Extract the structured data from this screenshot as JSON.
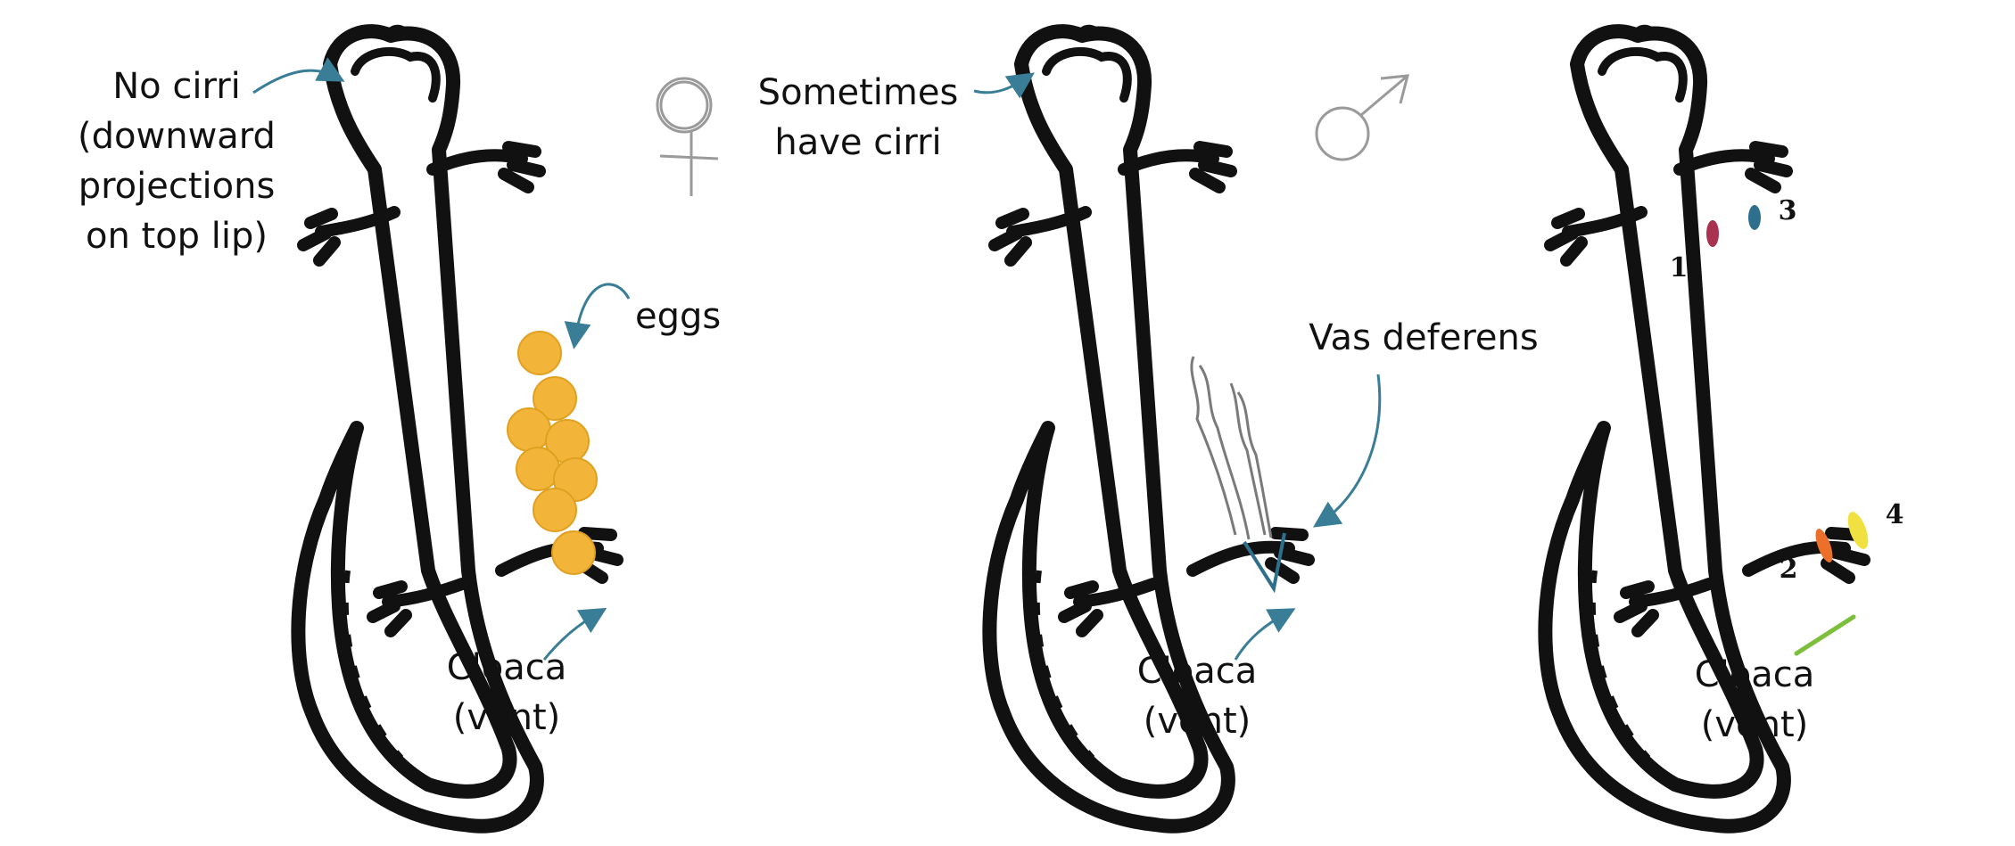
{
  "colors": {
    "outline": "#111111",
    "arrow": "#3a7d96",
    "egg": "#f2b53a",
    "egg_edge": "#e0a020",
    "vas": "#7a7a7a",
    "vas_blue": "#2e6f8e",
    "symbol": "#9a9a9a",
    "mark_1": "#a8324f",
    "mark_2": "#ec6f2a",
    "mark_3": "#2e6f8e",
    "mark_4": "#f0e040",
    "cloaca_pointer": "#7cbf3a"
  },
  "panels": [
    {
      "id": "female",
      "symbol": "female-symbol-icon",
      "labels": {
        "cirri": [
          "No cirri",
          "(downward",
          "projections",
          "on top lip)"
        ],
        "eggs": "eggs",
        "cloaca": [
          "Cloaca",
          "(vent)"
        ]
      }
    },
    {
      "id": "male",
      "symbol": "male-symbol-icon",
      "labels": {
        "cirri": [
          "Sometimes",
          "have cirri"
        ],
        "vas": "Vas deferens",
        "cloaca": [
          "Cloaca",
          "(vent)"
        ]
      }
    },
    {
      "id": "marks",
      "labels": {
        "marks": [
          "1",
          "2",
          "3",
          "4"
        ],
        "cloaca": [
          "Cloaca",
          "(vent)"
        ]
      }
    }
  ]
}
